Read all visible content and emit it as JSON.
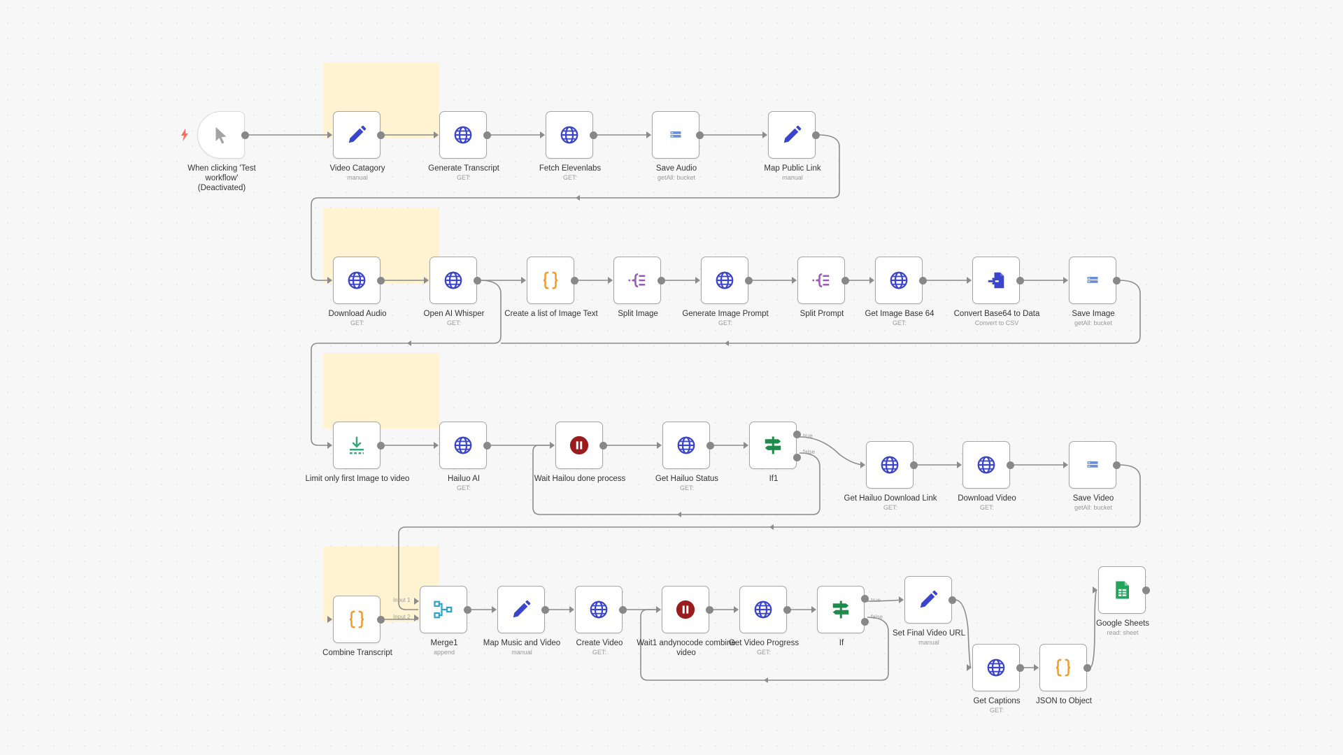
{
  "app": {
    "title": "n8n workflow editor"
  },
  "trigger": {
    "label_line1": "When clicking 'Test",
    "label_line2": "workflow'",
    "label_line3": "(Deactivated)"
  },
  "nodes": [
    {
      "id": "video_catagory",
      "title": "Video Catagory",
      "subtitle": "manual",
      "icon": "pencil-icon"
    },
    {
      "id": "generate_transcript",
      "title": "Generate Transcript",
      "subtitle": "GET:",
      "icon": "globe-icon"
    },
    {
      "id": "fetch_elevenlabs",
      "title": "Fetch Elevenlabs",
      "subtitle": "GET:",
      "icon": "globe-icon"
    },
    {
      "id": "save_audio",
      "title": "Save Audio",
      "subtitle": "getAll: bucket",
      "icon": "storage-icon"
    },
    {
      "id": "map_public_link",
      "title": "Map Public Link",
      "subtitle": "manual",
      "icon": "pencil-icon"
    },
    {
      "id": "download_audio",
      "title": "Download Audio",
      "subtitle": "GET:",
      "icon": "globe-icon"
    },
    {
      "id": "open_ai_whisper",
      "title": "Open AI Whisper",
      "subtitle": "GET:",
      "icon": "globe-icon"
    },
    {
      "id": "create_list_image_text",
      "title": "Create a list of Image Text",
      "subtitle": "",
      "icon": "code-braces-icon"
    },
    {
      "id": "split_image",
      "title": "Split Image",
      "subtitle": "",
      "icon": "split-icon"
    },
    {
      "id": "generate_image_prompt",
      "title": "Generate Image Prompt",
      "subtitle": "GET:",
      "icon": "globe-icon"
    },
    {
      "id": "split_prompt",
      "title": "Split Prompt",
      "subtitle": "",
      "icon": "split-icon"
    },
    {
      "id": "get_image_base64",
      "title": "Get Image Base 64",
      "subtitle": "GET:",
      "icon": "globe-icon"
    },
    {
      "id": "convert_base64",
      "title": "Convert Base64 to Data",
      "subtitle": "Convert to CSV",
      "icon": "file-convert-icon"
    },
    {
      "id": "save_image",
      "title": "Save Image",
      "subtitle": "getAll: bucket",
      "icon": "storage-icon"
    },
    {
      "id": "limit_first_image",
      "title": "Limit only first Image to video",
      "subtitle": "",
      "icon": "limit-icon"
    },
    {
      "id": "hailuo_ai",
      "title": "Hailuo AI",
      "subtitle": "GET:",
      "icon": "globe-icon"
    },
    {
      "id": "wait_hailou",
      "title": "Wait Hailou done process",
      "subtitle": "",
      "icon": "pause-icon"
    },
    {
      "id": "get_hailuo_status",
      "title": "Get Hailuo Status",
      "subtitle": "GET:",
      "icon": "globe-icon"
    },
    {
      "id": "if1",
      "title": "If1",
      "subtitle": "",
      "icon": "signpost-icon"
    },
    {
      "id": "get_hailuo_download",
      "title": "Get Hailuo Download Link",
      "subtitle": "GET:",
      "icon": "globe-icon"
    },
    {
      "id": "download_video",
      "title": "Download Video",
      "subtitle": "GET:",
      "icon": "globe-icon"
    },
    {
      "id": "save_video",
      "title": "Save Video",
      "subtitle": "getAll: bucket",
      "icon": "storage-icon"
    },
    {
      "id": "combine_transcript",
      "title": "Combine Transcript",
      "subtitle": "",
      "icon": "code-braces-icon"
    },
    {
      "id": "merge1",
      "title": "Merge1",
      "subtitle": "append",
      "icon": "merge-icon"
    },
    {
      "id": "map_music_video",
      "title": "Map Music and Video",
      "subtitle": "manual",
      "icon": "pencil-icon"
    },
    {
      "id": "create_video",
      "title": "Create Video",
      "subtitle": "GET:",
      "icon": "globe-icon"
    },
    {
      "id": "wait1",
      "title": "Wait1 andynocode combine video",
      "subtitle": "",
      "icon": "pause-icon"
    },
    {
      "id": "get_video_progress",
      "title": "Get Video Progress",
      "subtitle": "GET:",
      "icon": "globe-icon"
    },
    {
      "id": "if",
      "title": "If",
      "subtitle": "",
      "icon": "signpost-icon"
    },
    {
      "id": "set_final_video_url",
      "title": "Set Final Video URL",
      "subtitle": "manual",
      "icon": "pencil-icon"
    },
    {
      "id": "get_captions",
      "title": "Get Captions",
      "subtitle": "GET:",
      "icon": "globe-icon"
    },
    {
      "id": "json_to_object",
      "title": "JSON to Object",
      "subtitle": "",
      "icon": "code-braces-icon"
    },
    {
      "id": "google_sheets",
      "title": "Google Sheets",
      "subtitle": "read: sheet",
      "icon": "sheets-icon"
    }
  ],
  "port_labels": {
    "true": "true",
    "false": "false",
    "input1": "Input 1",
    "input2": "Input 2"
  },
  "colors": {
    "globe": "#3b45c9",
    "pencil": "#3b45c9",
    "storage": "#6a8fd8",
    "braces": "#f29b2c",
    "split": "#9b59b6",
    "pause": "#9b1c1c",
    "signpost": "#1e8b4c",
    "merge": "#2fa4c9",
    "limit": "#36a77a",
    "sheets": "#22a55b",
    "edge": "#8c8c8c",
    "sticky": "#fff3d1"
  }
}
